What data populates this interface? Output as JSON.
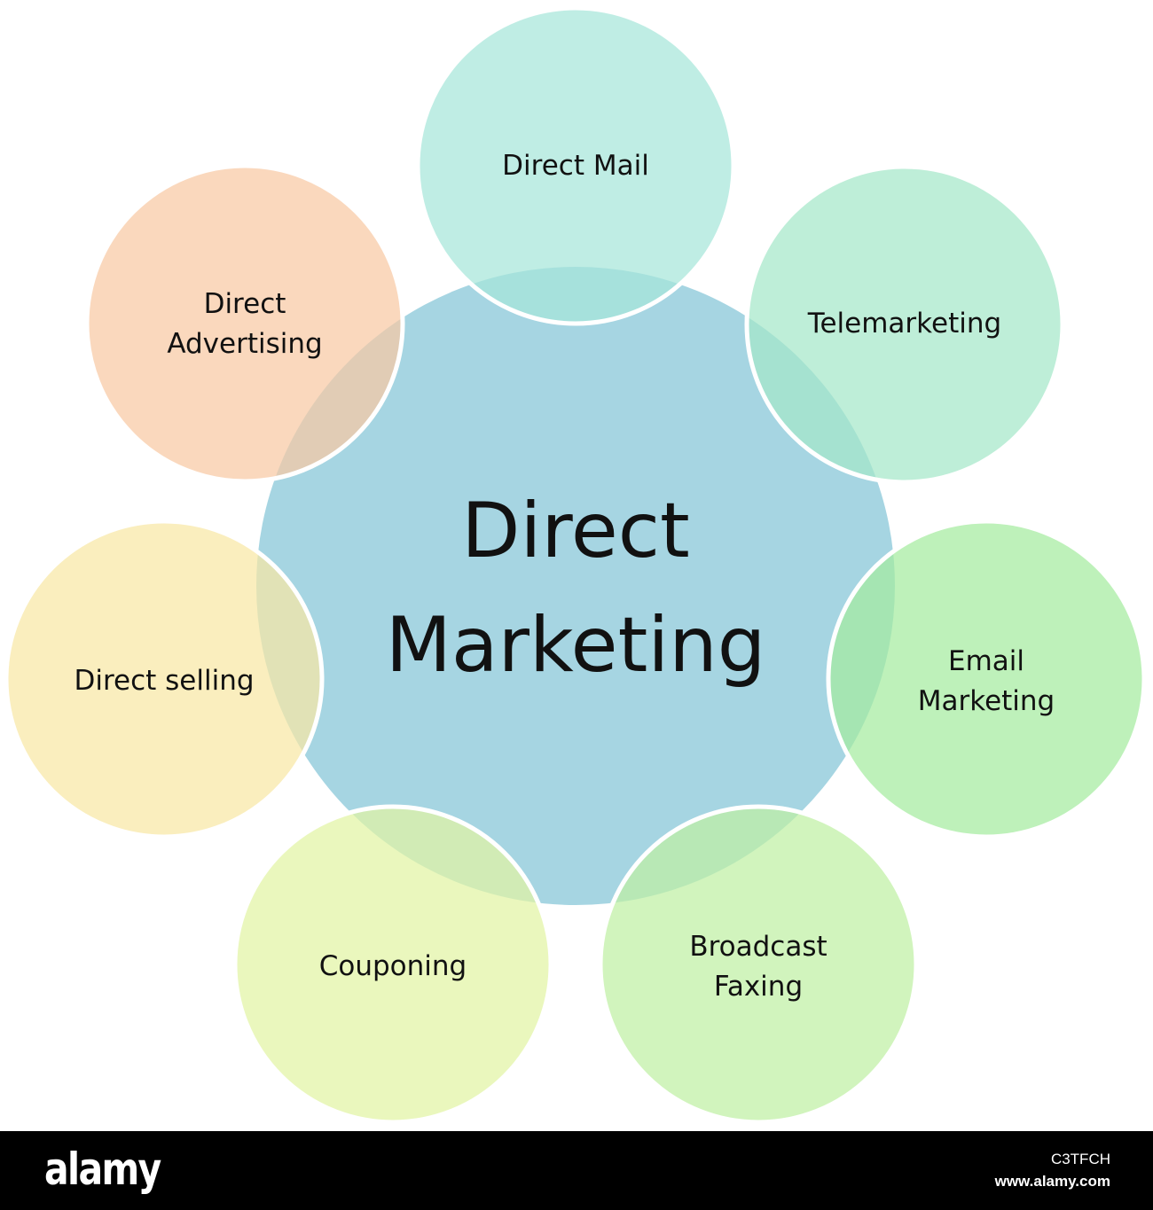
{
  "hub": {
    "line1": "Direct",
    "line2": "Marketing",
    "color": "#a6d5e2"
  },
  "nodes": [
    {
      "key": "direct-mail",
      "lines": [
        "Direct Mail"
      ],
      "color": "#a6e6da"
    },
    {
      "key": "telemarketing",
      "lines": [
        "Telemarketing"
      ],
      "color": "#a5e8c9"
    },
    {
      "key": "email-marketing",
      "lines": [
        "Email",
        "Marketing"
      ],
      "color": "#a5ec9f"
    },
    {
      "key": "broadcast-faxing",
      "lines": [
        "Broadcast",
        "Faxing"
      ],
      "color": "#bff0a3"
    },
    {
      "key": "couponing",
      "lines": [
        "Couponing"
      ],
      "color": "#e2f4a3"
    },
    {
      "key": "direct-selling",
      "lines": [
        "Direct selling"
      ],
      "color": "#f8e8a5"
    },
    {
      "key": "direct-advertising",
      "lines": [
        "Direct",
        "Advertising"
      ],
      "color": "#f8c9a4"
    }
  ],
  "footer": {
    "brand": "alamy",
    "image_id": "C3TFCH",
    "url": "www.alamy.com"
  }
}
